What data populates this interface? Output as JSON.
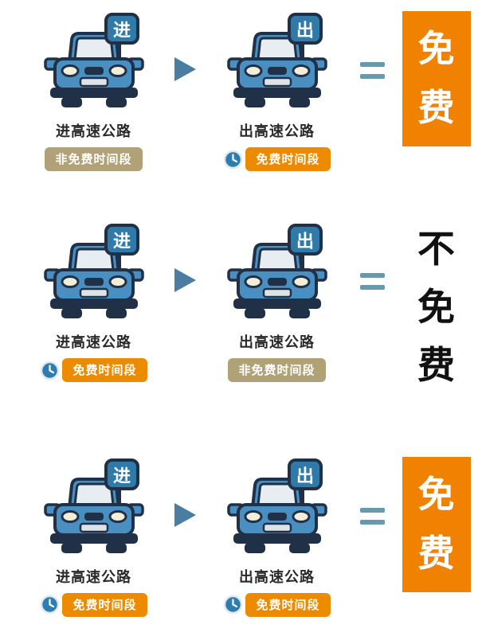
{
  "page": {
    "background": "#ffffff"
  },
  "colors": {
    "result_orange": "#f08101",
    "badge_free_orange": "#ec8a00",
    "badge_nonfree_tan": "#b0a176",
    "arrow_blue": "#4a7da1",
    "equals_blue": "#6699ad",
    "car_blue": "#4a8fc2",
    "outline_navy": "#203046",
    "notfree_text_black": "#111111"
  },
  "icons": {
    "car": "car-icon",
    "flag": "entry-exit-flag",
    "arrow": "arrow-right-icon",
    "equals": "equals-icon",
    "clock": "clock-icon"
  },
  "rows": [
    {
      "enter": {
        "flag": "进",
        "label": "进高速公路",
        "badge": {
          "text": "非免费时间段",
          "type": "nonfree",
          "clock": false
        }
      },
      "exit": {
        "flag": "出",
        "label": "出高速公路",
        "badge": {
          "text": "免费时间段",
          "type": "free",
          "clock": true
        }
      },
      "result": {
        "text": "免费",
        "style": "orange-box"
      }
    },
    {
      "enter": {
        "flag": "进",
        "label": "进高速公路",
        "badge": {
          "text": "免费时间段",
          "type": "free",
          "clock": true
        }
      },
      "exit": {
        "flag": "出",
        "label": "出高速公路",
        "badge": {
          "text": "非免费时间段",
          "type": "nonfree",
          "clock": false
        }
      },
      "result": {
        "text": "不免费",
        "style": "black-text"
      }
    },
    {
      "enter": {
        "flag": "进",
        "label": "进高速公路",
        "badge": {
          "text": "免费时间段",
          "type": "free",
          "clock": true
        }
      },
      "exit": {
        "flag": "出",
        "label": "出高速公路",
        "badge": {
          "text": "免费时间段",
          "type": "free",
          "clock": true
        }
      },
      "result": {
        "text": "免费",
        "style": "orange-box"
      }
    }
  ]
}
